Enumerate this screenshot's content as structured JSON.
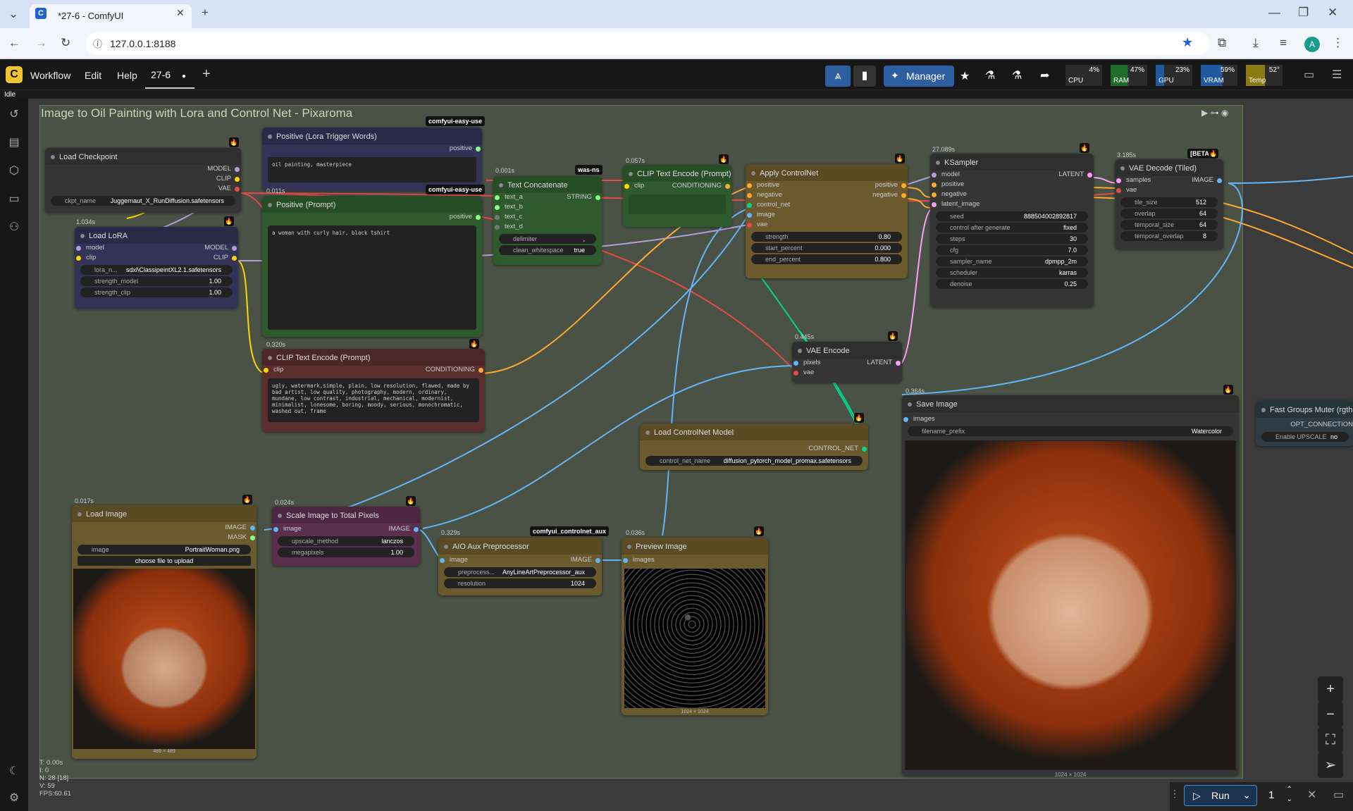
{
  "browser": {
    "tab_title": "*27-6 - ComfyUI",
    "url": "127.0.0.1:8188",
    "profile": "A"
  },
  "menu": {
    "workflow": "Workflow",
    "edit": "Edit",
    "help": "Help",
    "tab": "27-6",
    "tab_dot": "●",
    "manager": "Manager"
  },
  "status": "Idle",
  "monitor": {
    "cpu": {
      "label": "CPU",
      "value": "4%"
    },
    "ram": {
      "label": "RAM",
      "value": "47%"
    },
    "gpu": {
      "label": "GPU",
      "value": "23%"
    },
    "vram": {
      "label": "VRAM",
      "value": "59%"
    },
    "temp": {
      "label": "Temp",
      "value": "52°"
    }
  },
  "group_title": "Image to Oil Painting with Lora and Control Net - Pixaroma",
  "nodes": {
    "checkpoint": {
      "title": "Load Checkpoint",
      "out_model": "MODEL",
      "out_clip": "CLIP",
      "out_vae": "VAE",
      "w_label": "ckpt_name",
      "w_value": "Juggernaut_X_RunDiffusion.safetensors"
    },
    "lora": {
      "time": "1.034s",
      "title": "Load LoRA",
      "in_model": "model",
      "in_clip": "clip",
      "out_model": "MODEL",
      "out_clip": "CLIP",
      "w1_label": "lora_n...",
      "w1_value": "sdxl\\ClassipeintXL2.1.safetensors",
      "w2_label": "strength_model",
      "w2_value": "1.00",
      "w3_label": "strength_clip",
      "w3_value": "1.00"
    },
    "pos_lora": {
      "title": "Positive (Lora Trigger Words)",
      "badge": "comfyui-easy-use",
      "out": "positive",
      "text": "oil painting, masterpiece"
    },
    "pos_prompt": {
      "time": "0.011s",
      "title": "Positive (Prompt)",
      "badge": "comfyui-easy-use",
      "out": "positive",
      "text": "a woman with curly hair, black tshirt"
    },
    "neg": {
      "time": "0.320s",
      "title": "CLIP Text Encode (Prompt)",
      "in": "clip",
      "out": "CONDITIONING",
      "text": "ugly, watermark,simple, plain, low resolution, flawed, made by bad artist, low quality, photography, modern, ordinary, mundane, low contrast, industrial, mechanical, modernist, minimalist, lonesome, boring, moody, serious, monochromatic, washed out, frame"
    },
    "concat": {
      "time": "0.001s",
      "badge": "was-ns",
      "title": "Text Concatenate",
      "in_a": "text_a",
      "in_b": "text_b",
      "in_c": "text_c",
      "in_d": "text_d",
      "out": "STRING",
      "w1_label": "delimiter",
      "w1_value": ",",
      "w2_label": "clean_whitespace",
      "w2_value": "true"
    },
    "clip_pos": {
      "time": "0.057s",
      "title": "CLIP Text Encode (Prompt)",
      "in": "clip",
      "out": "CONDITIONING"
    },
    "controlnet": {
      "title": "Apply ControlNet",
      "in1": "positive",
      "in2": "negative",
      "in3": "control_net",
      "in4": "image",
      "in5": "vae",
      "out1": "positive",
      "out2": "negative",
      "w1_label": "strength",
      "w1_value": "0.80",
      "w2_label": "start_percent",
      "w2_value": "0.000",
      "w3_label": "end_percent",
      "w3_value": "0.800"
    },
    "ksampler": {
      "time": "27.089s",
      "title": "KSampler",
      "in1": "model",
      "in2": "positive",
      "in3": "negative",
      "in4": "latent_image",
      "out": "LATENT",
      "w": [
        {
          "l": "seed",
          "v": "888504002892817"
        },
        {
          "l": "control after generate",
          "v": "fixed"
        },
        {
          "l": "steps",
          "v": "30"
        },
        {
          "l": "cfg",
          "v": "7.0"
        },
        {
          "l": "sampler_name",
          "v": "dpmpp_2m"
        },
        {
          "l": "scheduler",
          "v": "karras"
        },
        {
          "l": "denoise",
          "v": "0.25"
        }
      ]
    },
    "vaedecode": {
      "time": "3.185s",
      "badge": "[BETA]",
      "title": "VAE Decode (Tiled)",
      "in1": "samples",
      "in2": "vae",
      "out": "IMAGE",
      "w": [
        {
          "l": "tile_size",
          "v": "512"
        },
        {
          "l": "overlap",
          "v": "64"
        },
        {
          "l": "temporal_size",
          "v": "64"
        },
        {
          "l": "temporal_overlap",
          "v": "8"
        }
      ]
    },
    "vaeencode": {
      "time": "0.445s",
      "title": "VAE Encode",
      "in1": "pixels",
      "in2": "vae",
      "out": "LATENT"
    },
    "cnloader": {
      "title": "Load ControlNet Model",
      "out": "CONTROL_NET",
      "w_label": "control_net_name",
      "w_value": "diffusion_pytorch_model_promax.safetensors"
    },
    "save": {
      "time": "0.364s",
      "title": "Save Image",
      "in": "images",
      "w_label": "filename_prefix",
      "w_value": "Watercolor",
      "caption": "1024 × 1024"
    },
    "muter": {
      "title": "Fast Groups Muter (rgthree)",
      "out": "OPT_CONNECTION",
      "w_label": "Enable UPSCALE",
      "w_value": "no"
    },
    "loadimage": {
      "time": "0.017s",
      "title": "Load Image",
      "out1": "IMAGE",
      "out2": "MASK",
      "w_label": "image",
      "w_value": "PortraitWoman.png",
      "upload": "choose file to upload",
      "caption": "489 × 489"
    },
    "scale": {
      "time": "0.024s",
      "title": "Scale Image to Total Pixels",
      "in": "image",
      "out": "IMAGE",
      "w1_label": "upscale_method",
      "w1_value": "lanczos",
      "w2_label": "megapixels",
      "w2_value": "1.00"
    },
    "aio": {
      "time": "0.329s",
      "badge": "comfyui_controlnet_aux",
      "title": "AIO Aux Preprocessor",
      "in": "image",
      "out": "IMAGE",
      "w1_label": "preprocess...",
      "w1_value": "AnyLineArtPreprocessor_aux",
      "w2_label": "resolution",
      "w2_value": "1024"
    },
    "preview": {
      "time": "0.036s",
      "title": "Preview Image",
      "in": "images",
      "caption": "1024 × 1024"
    }
  },
  "info": {
    "t": "T: 0.00s",
    "i": "I: 0",
    "n": "N: 28 [18]",
    "v": "V: 59",
    "fps": "FPS:60.61"
  },
  "run": {
    "label": "Run",
    "count": "1"
  }
}
